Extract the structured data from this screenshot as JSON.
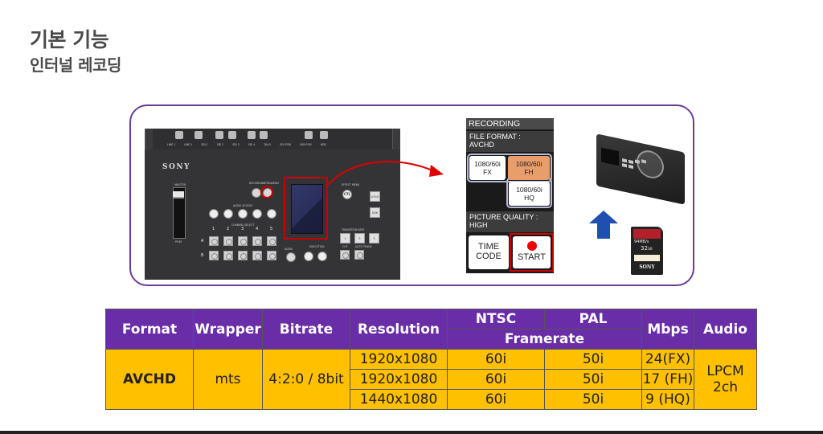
{
  "header": {
    "title": "기본 기능",
    "subtitle": "인터널 레코딩"
  },
  "device": {
    "brand": "SONY",
    "rear_ports": [
      "LINE 1",
      "LINE 2",
      "SDI 1",
      "SDI 2",
      "SDI 3",
      "SDI 4",
      "TALLY",
      "SDI PGM",
      "USB PGM",
      "HDD"
    ],
    "fader_label": "MASTER",
    "fader_bottom_label": "PGM",
    "recording_label": "RECORDING",
    "streaming_label": "STREAMING",
    "audio_access_label": "AUDIO ACCESS",
    "channel_select_label": "CHANNEL SELECT",
    "channel_numbers": [
      "1",
      "2",
      "3",
      "4",
      "5"
    ],
    "row_a": "A",
    "row_b": "B",
    "effect_menu_label": "EFFECT MENU",
    "effect_menu_button": "CTL",
    "logo_button": "LOGO",
    "dsk_button": "DSK",
    "transition_rate_label": "TRANSITION RATE",
    "transition_buttons": [
      "1",
      "2",
      "3"
    ],
    "cut_label": "CUT",
    "auto_trans_label": "AUTO TRANS",
    "execution_label": "EXECUTION",
    "audio_label": "AUDIO"
  },
  "recording_menu": {
    "title": "RECORDING",
    "file_format_label": "FILE FORMAT :",
    "file_format_value": "AVCHD",
    "options": [
      {
        "line1": "1080/60i",
        "line2": "FX",
        "selected": false
      },
      {
        "line1": "1080/60i",
        "line2": "FH",
        "selected": true
      },
      {
        "line1": "1080/60i",
        "line2": "HQ",
        "selected": false
      }
    ],
    "picture_quality_label": "PICTURE QUALITY :",
    "picture_quality_value": "HIGH",
    "time_code_line1": "TIME",
    "time_code_line2": "CODE",
    "start_label": "START"
  },
  "sd_card": {
    "capacity": "32",
    "unit": "GB",
    "speed": "94MB/s",
    "brand": "SONY"
  },
  "table": {
    "headers": {
      "format": "Format",
      "wrapper": "Wrapper",
      "bitrate": "Bitrate",
      "resolution": "Resolution",
      "ntsc": "NTSC",
      "pal": "PAL",
      "framerate": "Framerate",
      "mbps": "Mbps",
      "audio": "Audio"
    },
    "format": "AVCHD",
    "wrapper": "mts",
    "bitrate": "4:2:0 / 8bit",
    "audio_line1": "LPCM",
    "audio_line2": "2ch",
    "rows": [
      {
        "resolution": "1920x1080",
        "ntsc": "60i",
        "pal": "50i",
        "mbps": "24(FX)"
      },
      {
        "resolution": "1920x1080",
        "ntsc": "60i",
        "pal": "50i",
        "mbps": "17 (FH)"
      },
      {
        "resolution": "1440x1080",
        "ntsc": "60i",
        "pal": "50i",
        "mbps": "9 (HQ)"
      }
    ]
  },
  "colors": {
    "header_purple": "#6a2da8",
    "cell_yellow": "#ffc000",
    "frame_purple": "#6a3d9a",
    "highlight_red": "#cc0000",
    "selected_orange": "#e89e6a",
    "arrow_blue": "#1f4fb0"
  }
}
